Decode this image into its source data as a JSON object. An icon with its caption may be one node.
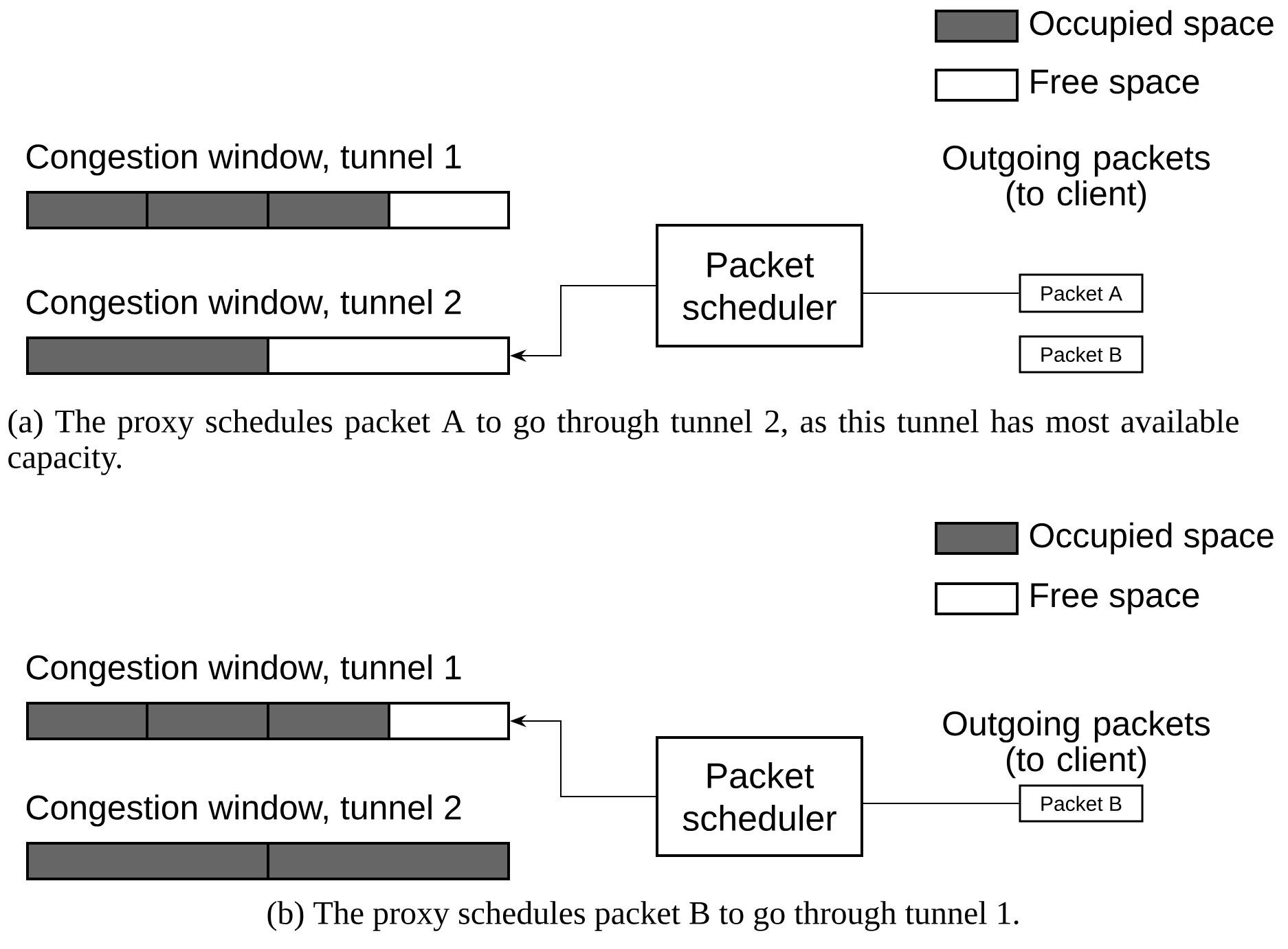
{
  "diagram": {
    "nodes": [
      {
        "text": [
          "Congestion window, tunnel 1"
        ]
      },
      {
        "text": [
          "Congestion window, tunnel 2"
        ]
      },
      {
        "text": [
          "Packet scheduler"
        ]
      },
      {
        "text": [
          "Packet A"
        ]
      },
      {
        "text": [
          "Packet B"
        ]
      },
      {
        "text": [
          "Congestion window, tunnel 1"
        ]
      },
      {
        "text": [
          "Congestion window, tunnel 2"
        ]
      },
      {
        "text": [
          "Packet scheduler"
        ]
      },
      {
        "text": [
          "Packet B"
        ]
      }
    ],
    "edges": [
      {
        "from": 2,
        "to": 1,
        "arrow": "to"
      },
      {
        "from": 3,
        "to": 2,
        "arrow": "none"
      },
      {
        "from": 7,
        "to": 5,
        "arrow": "to"
      },
      {
        "from": 8,
        "to": 7,
        "arrow": "none"
      }
    ],
    "labels": [
      "Outgoing packets (to client)",
      "(a) The proxy schedules packet A to go through tunnel 2, as this tunnel has most available capacity.",
      "Outgoing packets (to client)",
      "(b) The proxy schedules packet B to go through tunnel 1."
    ],
    "legend": [
      {
        "text": "Occupied space",
        "color": "#666666"
      },
      {
        "text": "Free space"
      },
      {
        "text": "Occupied space",
        "color": "#666666"
      },
      {
        "text": "Free space"
      }
    ]
  }
}
